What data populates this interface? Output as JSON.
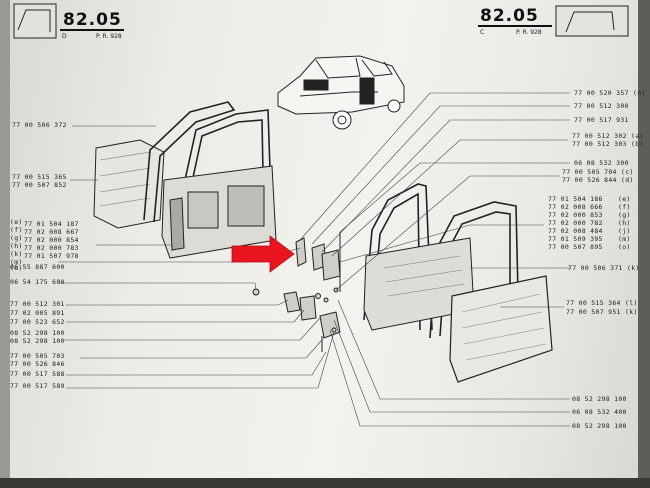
{
  "header": {
    "left_number": "82.05",
    "left_letter": "D",
    "left_ref": "P. R. 928",
    "right_number": "82.05",
    "right_letter": "C",
    "right_ref": "P. R. 928"
  },
  "left_labels": [
    "77 00 506 372",
    "77 00 515 365",
    "77 00 507 852",
    "77 01 504 187",
    "77 02 008 667",
    "77 02 000 854",
    "77 02 000 783",
    "77 01 507 978",
    "06 55 887 600",
    "06 54 175 600",
    "77 00 512 301",
    "77 02 005 891",
    "77 00 523 652",
    "08 52 298 100",
    "08 52 298 100",
    "77 00 505 703",
    "77 00 526 846",
    "77 00 517 588",
    "77 00 517 589"
  ],
  "left_codes": [
    "(e)",
    "(f)",
    "(g)",
    "(h)",
    "(k)",
    "(m)",
    "(o)"
  ],
  "right_labels": [
    "77 00 520 357 (n)",
    "77 00 512 300",
    "77 00 517 931",
    "77 00 512 302 (a)",
    "77 00 512 303 (b)",
    "06 08 532 300",
    "77 00 505 704 (c)",
    "77 00 526 844 (d)",
    "77 01 504 186",
    "77 02 008 666",
    "77 02 000 853",
    "77 02 000 782",
    "77 02 008 484",
    "77 01 509 395",
    "77 00 507 895",
    "77 00 506 371 (k)",
    "77 00 515 364 (l)",
    "77 00 507 951 (k)",
    "08 52 298 100",
    "06 08 532 400",
    "08 52 298 100"
  ],
  "right_codes": [
    "(e)",
    "(f)",
    "(g)",
    "(h)",
    "(j)",
    "(m)",
    "(o)"
  ],
  "colors": {
    "arrow": "#e8141e",
    "paper": "#f1f0ec",
    "ink": "#1d1d1b"
  }
}
